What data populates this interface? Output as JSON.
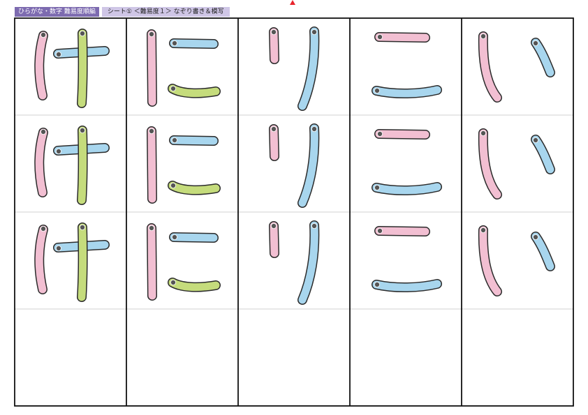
{
  "header": {
    "tag": "ひらがな・数字 難易度順編",
    "subtitle": "シート① ＜難易度１＞ なぞり書き＆模写"
  },
  "colors": {
    "stroke1": "#f2bfd2",
    "stroke2": "#a8d6ee",
    "stroke3": "#c5dc7c",
    "outline": "#2b2b2b",
    "grid": "#111111",
    "rowline": "#d0d0d0",
    "marker": "#e8242c"
  },
  "characters": [
    {
      "char": "け",
      "trace_rows": 3
    },
    {
      "char": "に",
      "trace_rows": 3
    },
    {
      "char": "り",
      "trace_rows": 3
    },
    {
      "char": "こ",
      "trace_rows": 3
    },
    {
      "char": "い",
      "trace_rows": 3
    }
  ],
  "blank_rows": 1
}
